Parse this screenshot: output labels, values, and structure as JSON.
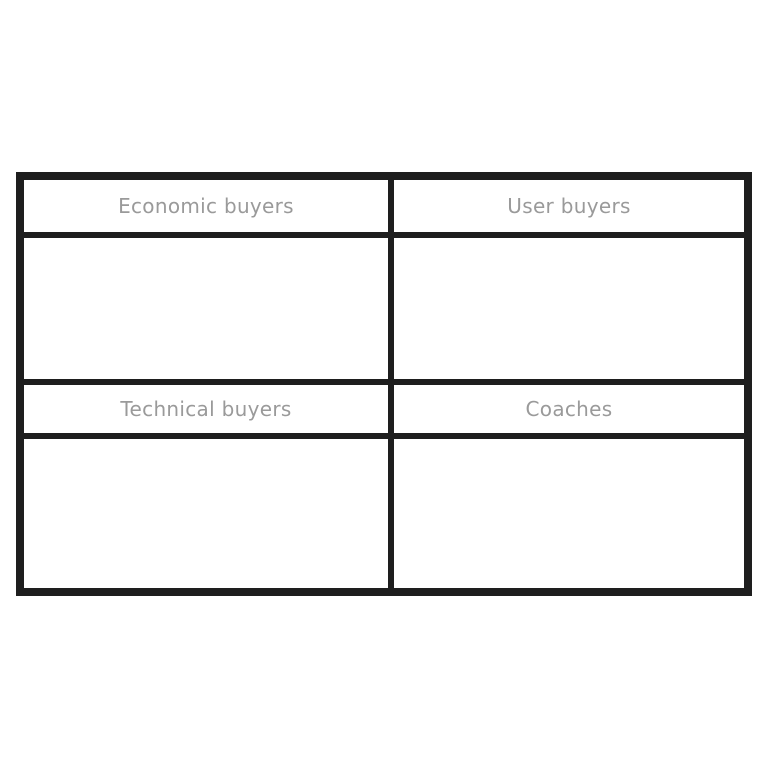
{
  "matrix": {
    "cells": [
      {
        "title": "Economic buyers",
        "content": ""
      },
      {
        "title": "User buyers",
        "content": ""
      },
      {
        "title": "Technical buyers",
        "content": ""
      },
      {
        "title": "Coaches",
        "content": ""
      }
    ]
  },
  "colors": {
    "border": "#1e1e1e",
    "header_text": "#9a9a9a",
    "background": "#ffffff"
  }
}
